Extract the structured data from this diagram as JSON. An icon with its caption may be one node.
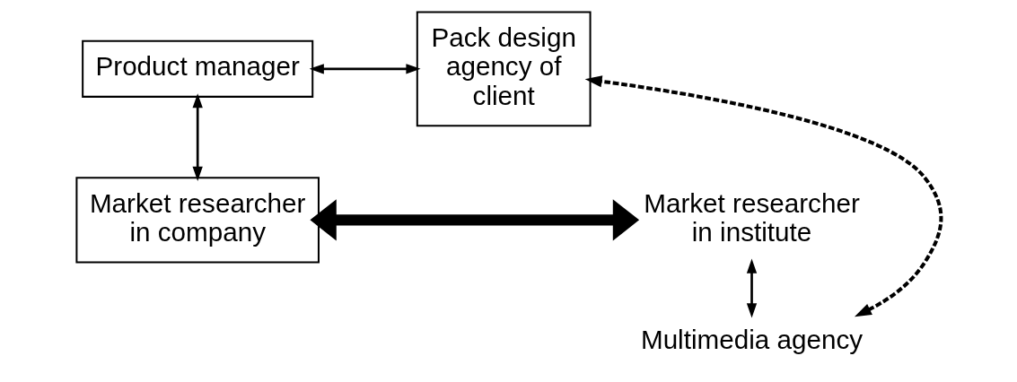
{
  "diagram": {
    "nodes": [
      {
        "text": [
          "Product manager"
        ]
      },
      {
        "text": [
          "Pack design agency of client"
        ]
      },
      {
        "text": [
          "Market researcher in company"
        ]
      },
      {
        "text": [
          "Market researcher in institute"
        ]
      },
      {
        "text": [
          "Multimedia agency"
        ]
      }
    ],
    "edges": [
      {
        "from": 0,
        "to": 1,
        "arrow": "both"
      },
      {
        "from": 0,
        "to": 2,
        "arrow": "both"
      },
      {
        "from": 2,
        "to": 3,
        "arrow": "both",
        "style": "thick"
      },
      {
        "from": 3,
        "to": 4,
        "arrow": "both"
      },
      {
        "from": 4,
        "to": 1,
        "arrow": "both",
        "style": "dashed"
      }
    ]
  }
}
